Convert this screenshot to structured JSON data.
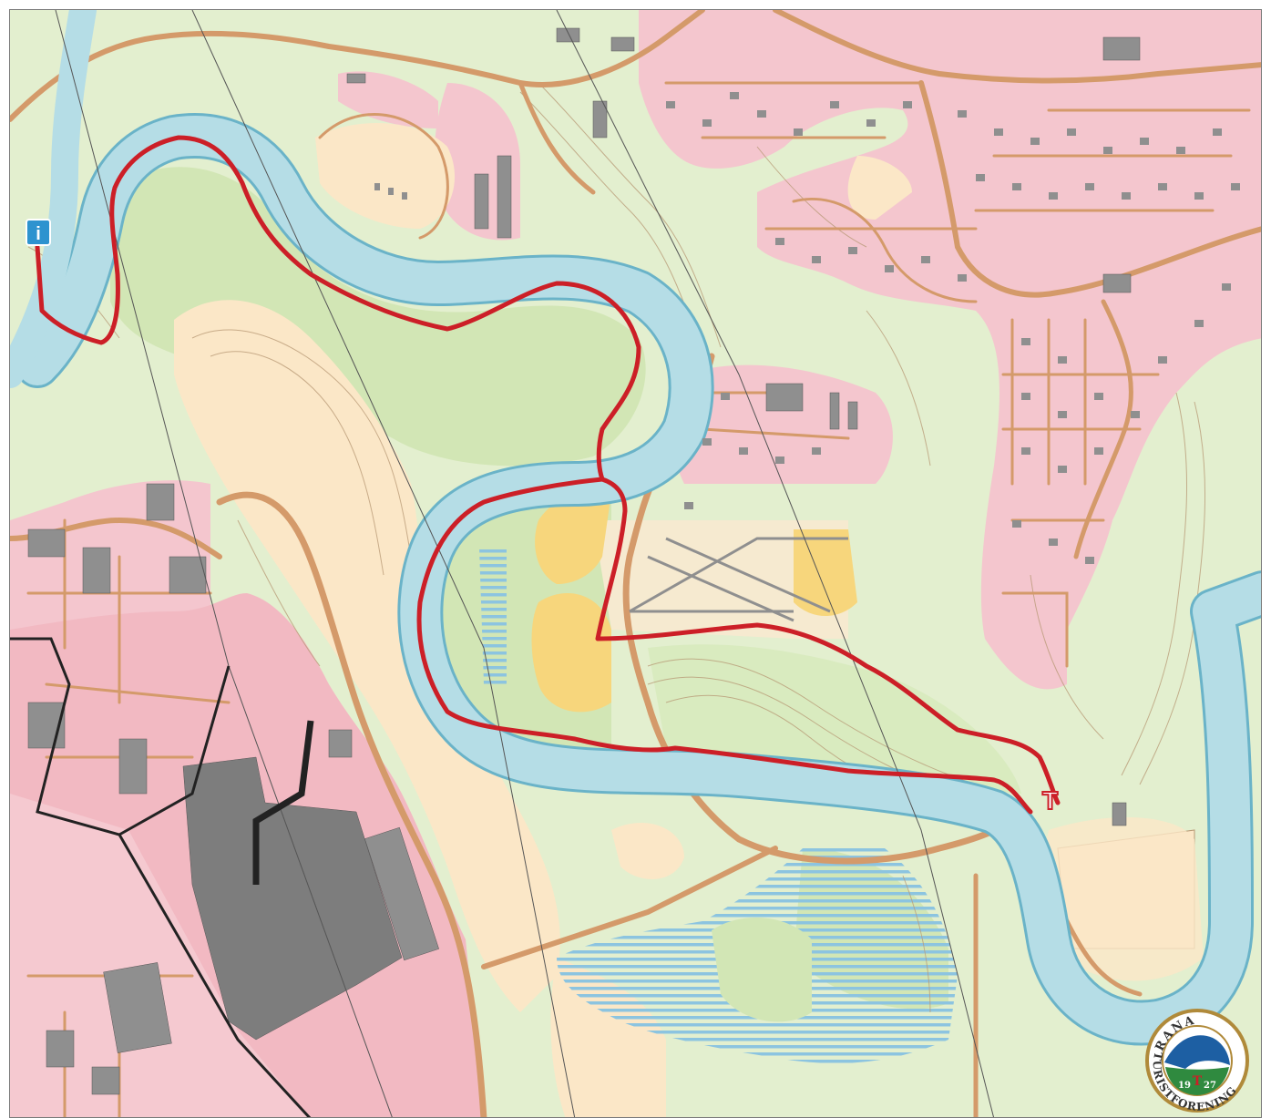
{
  "map": {
    "type": "topographic-hiking-map",
    "colors": {
      "forest": "#e3efcf",
      "open_land": "#d2e6b5",
      "residential": "#f4c6ce",
      "industrial": "#f2b9c2",
      "sand": "#fbe7c7",
      "field_yellow": "#f7d67c",
      "river": "#b5dde6",
      "river_edge": "#6ab3c8",
      "road": "#d49a6a",
      "building": "#8f8f8f",
      "contour": "#b79874",
      "trail": "#cc1f27",
      "power_line": "#555555",
      "info_badge": "#2e93cf"
    },
    "icons": {
      "info": "info-icon",
      "trailhead": "trailhead-marker",
      "logo": "club-logo"
    },
    "labels": {
      "info_symbol": "i",
      "trailhead_letter": "T"
    }
  },
  "logo": {
    "top_text": "RANA",
    "ring_text": "TURISTFORENING",
    "year_left": "19",
    "year_right": "27",
    "monogram": "T"
  }
}
